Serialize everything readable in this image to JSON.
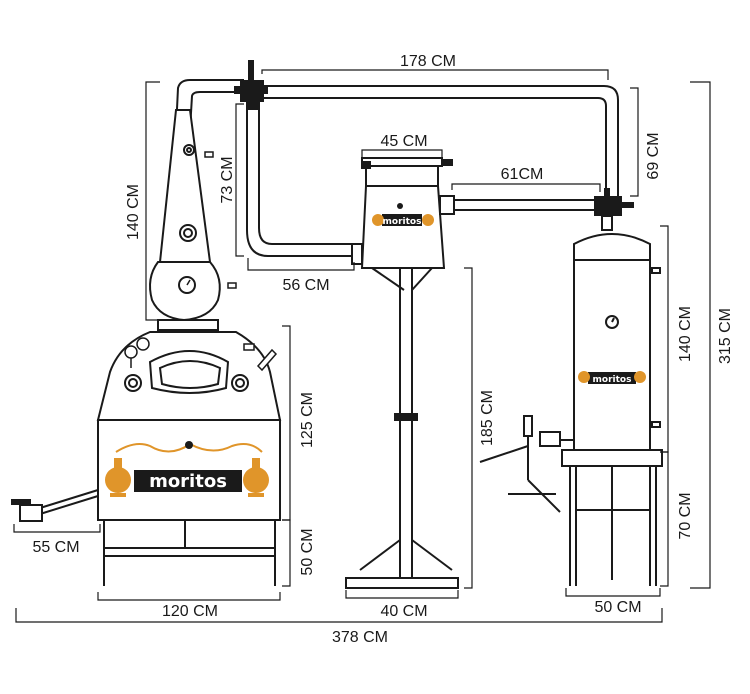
{
  "colors": {
    "line": "#1a1a1a",
    "copper": "#e0952a",
    "fill": "#ffffff"
  },
  "brand": {
    "large": "moritos",
    "small": "moritos"
  },
  "dimensions": {
    "top_pipe_width": "178 CM",
    "condenser_width": "45 CM",
    "connector_width": "61CM",
    "right_drop": "69 CM",
    "helmet_height": "73 CM",
    "column_height": "140 CM",
    "horizontal_run": "56 CM",
    "pot_height": "125 CM",
    "stand_height": "185 CM",
    "right_column_height": "140 CM",
    "total_height": "315 CM",
    "right_stand_height": "70 CM",
    "pot_stand_height": "50 CM",
    "outlet_length": "55 CM",
    "pot_width": "120 CM",
    "stand_width": "40 CM",
    "right_stand_width": "50 CM",
    "total_width": "378 CM"
  },
  "icons": [
    "thermometer-gauge-icon",
    "pressure-gauge-icon",
    "valve-icon",
    "tap-icon"
  ]
}
